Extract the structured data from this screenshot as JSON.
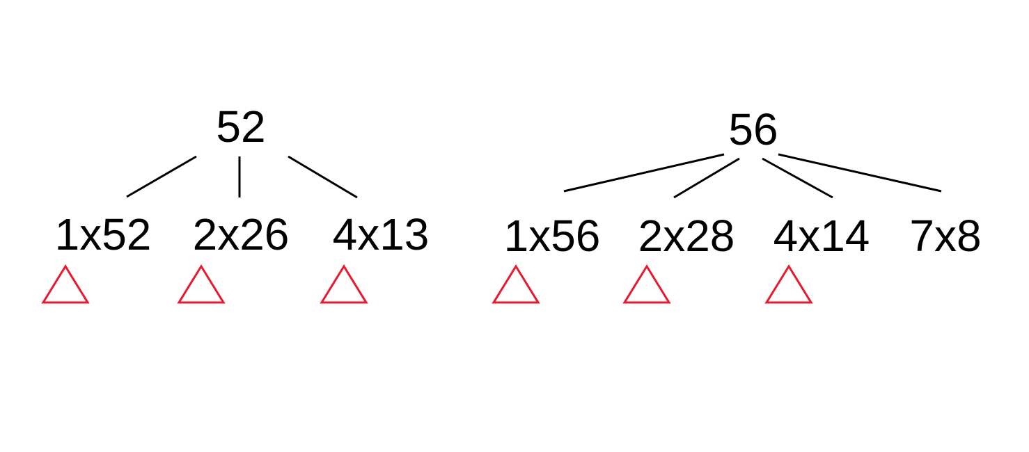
{
  "colors": {
    "text": "#000000",
    "line": "#000000",
    "marker": "#e8192c"
  },
  "marker_shape": "triangle-outline",
  "trees": [
    {
      "root": "52",
      "factors": [
        {
          "label": "1x52",
          "marked": true
        },
        {
          "label": "2x26",
          "marked": true
        },
        {
          "label": "4x13",
          "marked": true
        }
      ]
    },
    {
      "root": "56",
      "factors": [
        {
          "label": "1x56",
          "marked": true
        },
        {
          "label": "2x28",
          "marked": true
        },
        {
          "label": "4x14",
          "marked": true
        },
        {
          "label": "7x8",
          "marked": false
        }
      ]
    }
  ]
}
